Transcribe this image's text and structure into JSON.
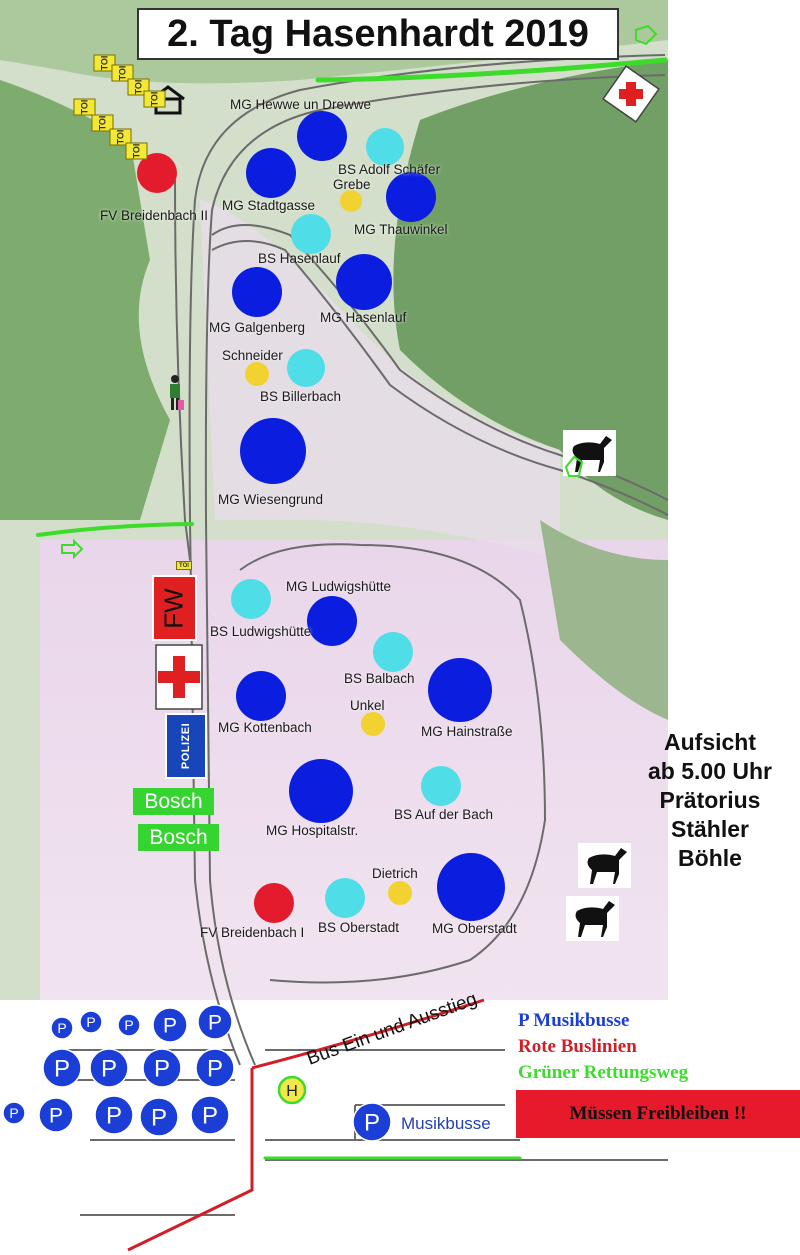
{
  "title": "2. Tag Hasenhardt 2019",
  "colors": {
    "mg": "#0b1ee0",
    "bs": "#4fdde8",
    "small": "#f2d230",
    "fv": "#e41b2c",
    "green_route": "#3ddc2c",
    "red_bus": "#d11f28",
    "parking": "#1b3fd6"
  },
  "groups": [
    {
      "label": "MG Hewwe un Drewwe",
      "kind": "mg"
    },
    {
      "label": "BS Adolf Schäfer",
      "kind": "bs"
    },
    {
      "label": "Grebe",
      "kind": "small"
    },
    {
      "label": "MG Stadtgasse",
      "kind": "mg"
    },
    {
      "label": "MG Thauwinkel",
      "kind": "mg"
    },
    {
      "label": "BS Hasenlauf",
      "kind": "bs"
    },
    {
      "label": "MG Hasenlauf",
      "kind": "mg"
    },
    {
      "label": "MG Galgenberg",
      "kind": "mg"
    },
    {
      "label": "Schneider",
      "kind": "small"
    },
    {
      "label": "BS Billerbach",
      "kind": "bs"
    },
    {
      "label": "MG Wiesengrund",
      "kind": "mg"
    },
    {
      "label": "MG Ludwigshütte",
      "kind": "mg"
    },
    {
      "label": "BS Ludwigshütte",
      "kind": "bs"
    },
    {
      "label": "BS Balbach",
      "kind": "bs"
    },
    {
      "label": "MG Kottenbach",
      "kind": "mg"
    },
    {
      "label": "Unkel",
      "kind": "small"
    },
    {
      "label": "MG Hainstraße",
      "kind": "mg"
    },
    {
      "label": "MG Hospitalstr.",
      "kind": "mg"
    },
    {
      "label": "BS Auf der Bach",
      "kind": "bs"
    },
    {
      "label": "Dietrich",
      "kind": "small"
    },
    {
      "label": "FV Breidenbach I",
      "kind": "fv"
    },
    {
      "label": "BS Oberstadt",
      "kind": "bs"
    },
    {
      "label": "MG Oberstadt",
      "kind": "mg"
    },
    {
      "label": "FV Breidenbach II",
      "kind": "fv"
    }
  ],
  "toilets": {
    "label": "TOI",
    "count": 8
  },
  "facilities": {
    "fw": "FW",
    "polizei": "POLIZEI",
    "bosch": [
      "Bosch",
      "Bosch"
    ]
  },
  "supervision": [
    "Aufsicht",
    "ab 5.00 Uhr",
    "Prätorius",
    "Stähler",
    "Böhle"
  ],
  "legend": {
    "musikbusse": "P Musikbusse",
    "buslinien": "Rote Buslinien",
    "rettungsweg": "Grüner Rettungsweg",
    "freibleiben": "Müssen Freibleiben !!"
  },
  "bus_stop_label": "Bus Ein und Ausstieg",
  "bus_stop_symbol": "H",
  "parking_symbol": "P",
  "parking_label": "Musikbusse",
  "icons": [
    "first-aid-icon",
    "horse-icon",
    "house-icon",
    "person-icon",
    "arrow-right-icon",
    "bus-stop-icon",
    "parking-icon"
  ]
}
